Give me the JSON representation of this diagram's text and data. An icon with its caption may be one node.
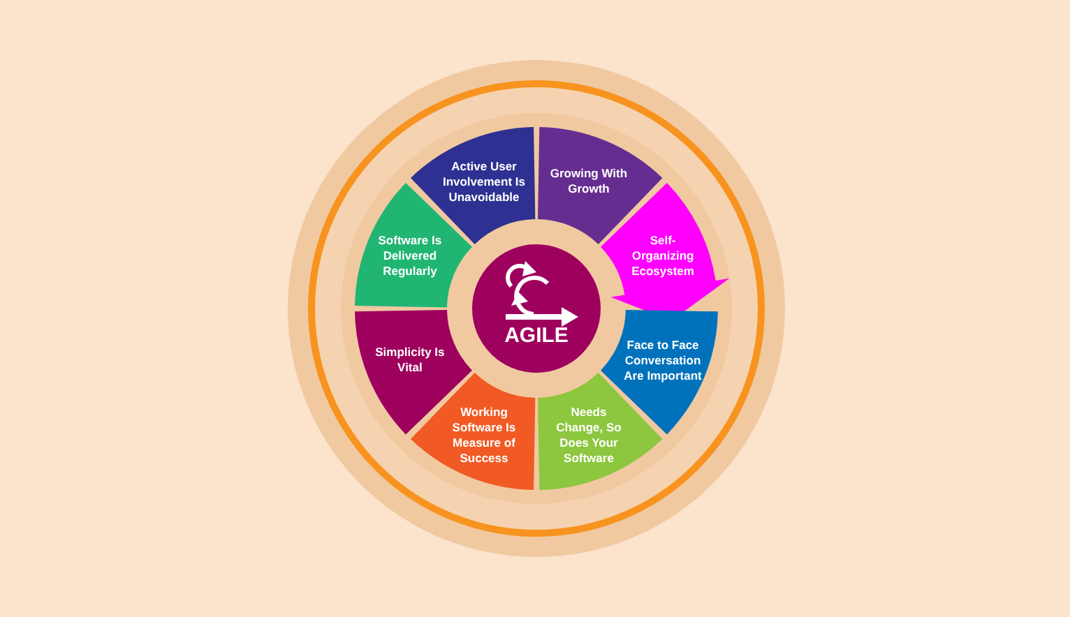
{
  "diagram": {
    "nodes": [
      {
        "text": [
          "AGILE"
        ]
      },
      {
        "text": [
          "Active User Involvement Is Unavoidable"
        ]
      },
      {
        "text": [
          "Growing With Growth"
        ]
      },
      {
        "text": [
          "Self-Organizing Ecosystem"
        ]
      },
      {
        "text": [
          "Face to Face Conversation Are Important"
        ]
      },
      {
        "text": [
          "Needs Change, So Does Your Software"
        ]
      },
      {
        "text": [
          "Working Software Is Measure of Success"
        ]
      },
      {
        "text": [
          "Simplicity Is Vital"
        ]
      },
      {
        "text": [
          "Software Is Delivered Regularly"
        ]
      }
    ],
    "edges": []
  }
}
